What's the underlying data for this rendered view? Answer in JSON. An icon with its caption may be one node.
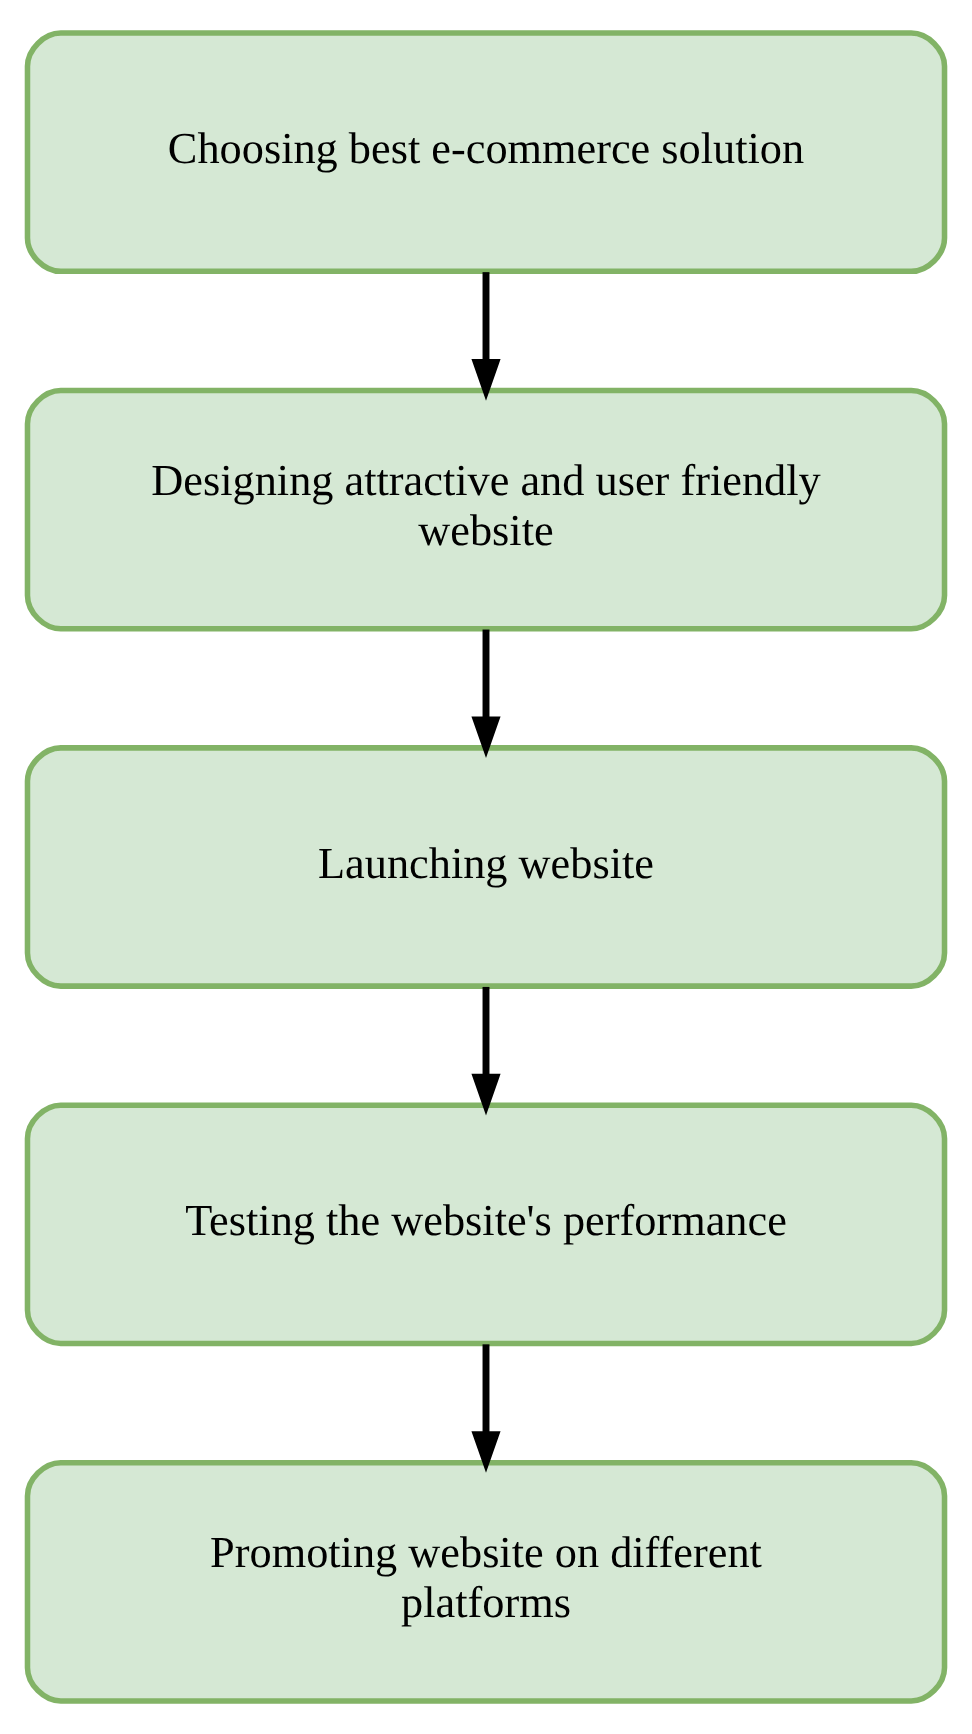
{
  "diagram": {
    "nodes": [
      {
        "text": [
          "Choosing best e-commerce solution"
        ]
      },
      {
        "text": [
          "Designing attractive and user friendly website"
        ]
      },
      {
        "text": [
          "Launching website"
        ]
      },
      {
        "text": [
          "Testing the website's performance"
        ]
      },
      {
        "text": [
          "Promoting website on different platforms"
        ]
      }
    ],
    "edges": [
      {
        "from": 0,
        "to": 1,
        "arrow": "to"
      },
      {
        "from": 1,
        "to": 2,
        "arrow": "to"
      },
      {
        "from": 2,
        "to": 3,
        "arrow": "to"
      },
      {
        "from": 3,
        "to": 4,
        "arrow": "to"
      }
    ]
  }
}
